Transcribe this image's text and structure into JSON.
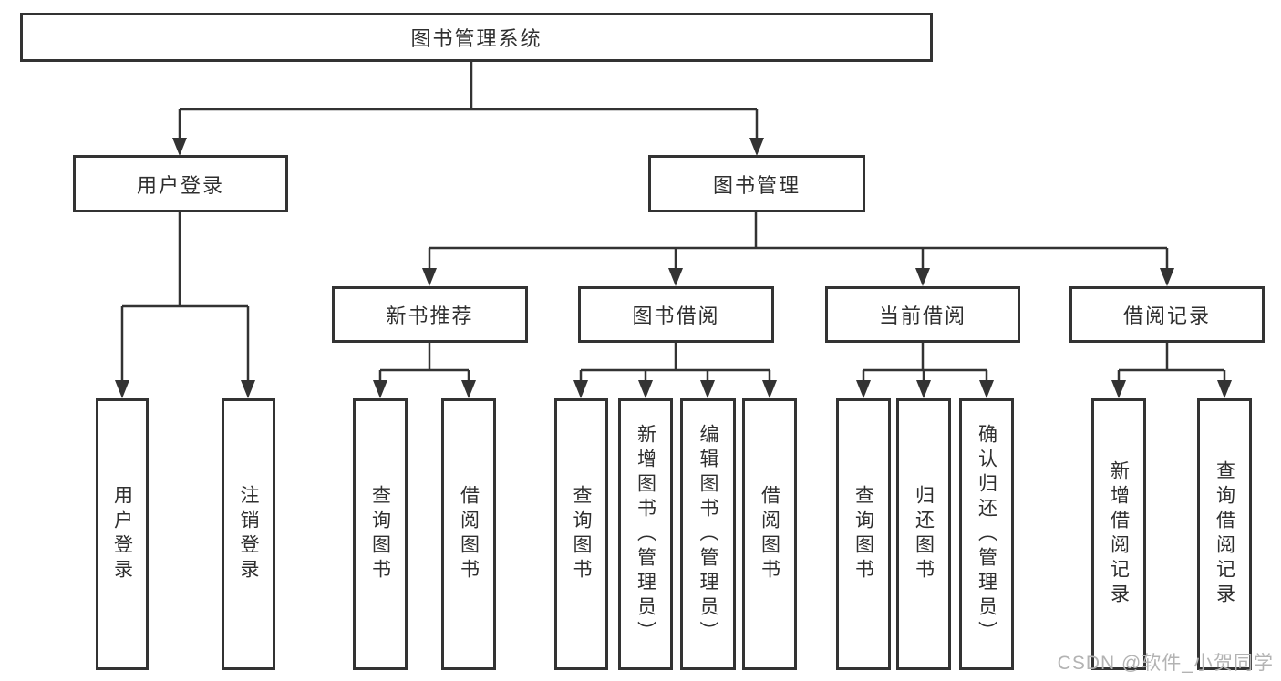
{
  "diagram": {
    "root": {
      "label": "图书管理系统"
    },
    "level2": {
      "user_login": {
        "label": "用户登录"
      },
      "book_management": {
        "label": "图书管理"
      }
    },
    "level3": {
      "new_book_recommend": {
        "label": "新书推荐"
      },
      "book_borrow": {
        "label": "图书借阅"
      },
      "current_borrow": {
        "label": "当前借阅"
      },
      "borrow_records": {
        "label": "借阅记录"
      }
    },
    "leaves": {
      "user_login": [
        "用户登录",
        "注销登录"
      ],
      "new_book_recommend": [
        "查询图书",
        "借阅图书"
      ],
      "book_borrow": [
        "查询图书",
        "新增图书（管理员）",
        "编辑图书（管理员）",
        "借阅图书"
      ],
      "current_borrow": [
        "查询图书",
        "归还图书",
        "确认归还（管理员）"
      ],
      "borrow_records": [
        "新增借阅记录",
        "查询借阅记录"
      ]
    }
  },
  "watermark": {
    "text": "CSDN @软件_小贺同学"
  },
  "colors": {
    "line": "#333333",
    "border": "#333333",
    "text": "#2f2f2f",
    "watermark": "#b3b3b3",
    "background": "#ffffff"
  }
}
